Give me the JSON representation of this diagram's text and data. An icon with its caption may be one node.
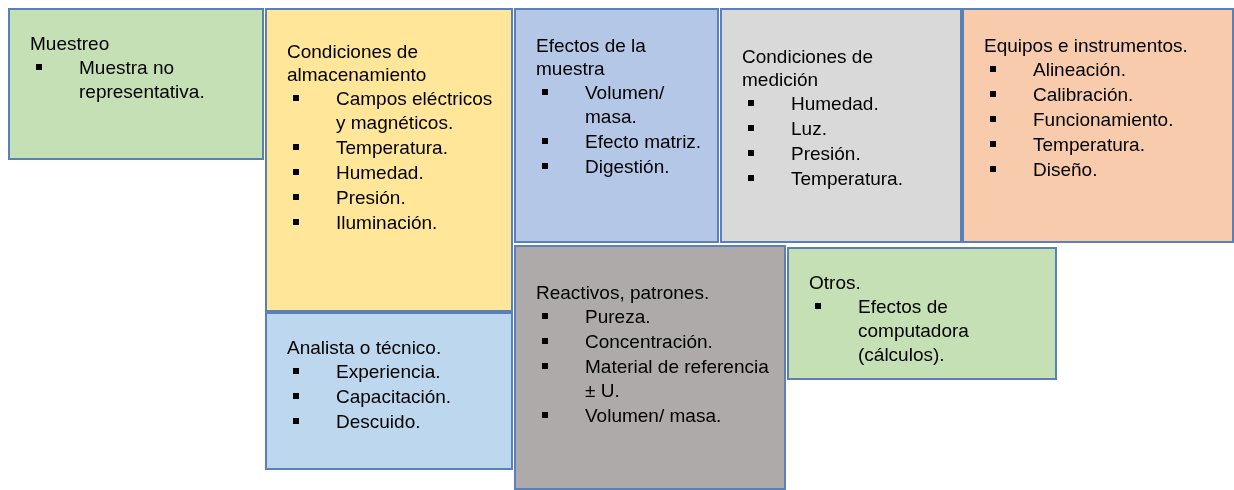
{
  "diagram": {
    "nodes": [
      {
        "text": [
          "Muestreo",
          "Muestra no representativa."
        ]
      },
      {
        "text": [
          "Condiciones de almacenamiento",
          "Campos eléctricos y magnéticos.",
          "Temperatura.",
          "Humedad.",
          "Presión.",
          "Iluminación."
        ]
      },
      {
        "text": [
          "Efectos de la muestra",
          "Volumen/ masa.",
          "Efecto matriz.",
          "Digestión."
        ]
      },
      {
        "text": [
          "Condiciones de medición",
          "Humedad.",
          "Luz.",
          "Presión.",
          "Temperatura."
        ]
      },
      {
        "text": [
          "Equipos e instrumentos.",
          "Alineación.",
          "Calibración.",
          "Funcionamiento.",
          "Temperatura.",
          "Diseño."
        ]
      },
      {
        "text": [
          "Analista o técnico.",
          "Experiencia.",
          "Capacitación.",
          "Descuido."
        ]
      },
      {
        "text": [
          "Reactivos, patrones.",
          "Pureza.",
          "Concentración.",
          "Material de referencia ± U.",
          "Volumen/ masa."
        ]
      },
      {
        "text": [
          "Otros.",
          "Efectos de computadora (cálculos)."
        ]
      }
    ]
  }
}
